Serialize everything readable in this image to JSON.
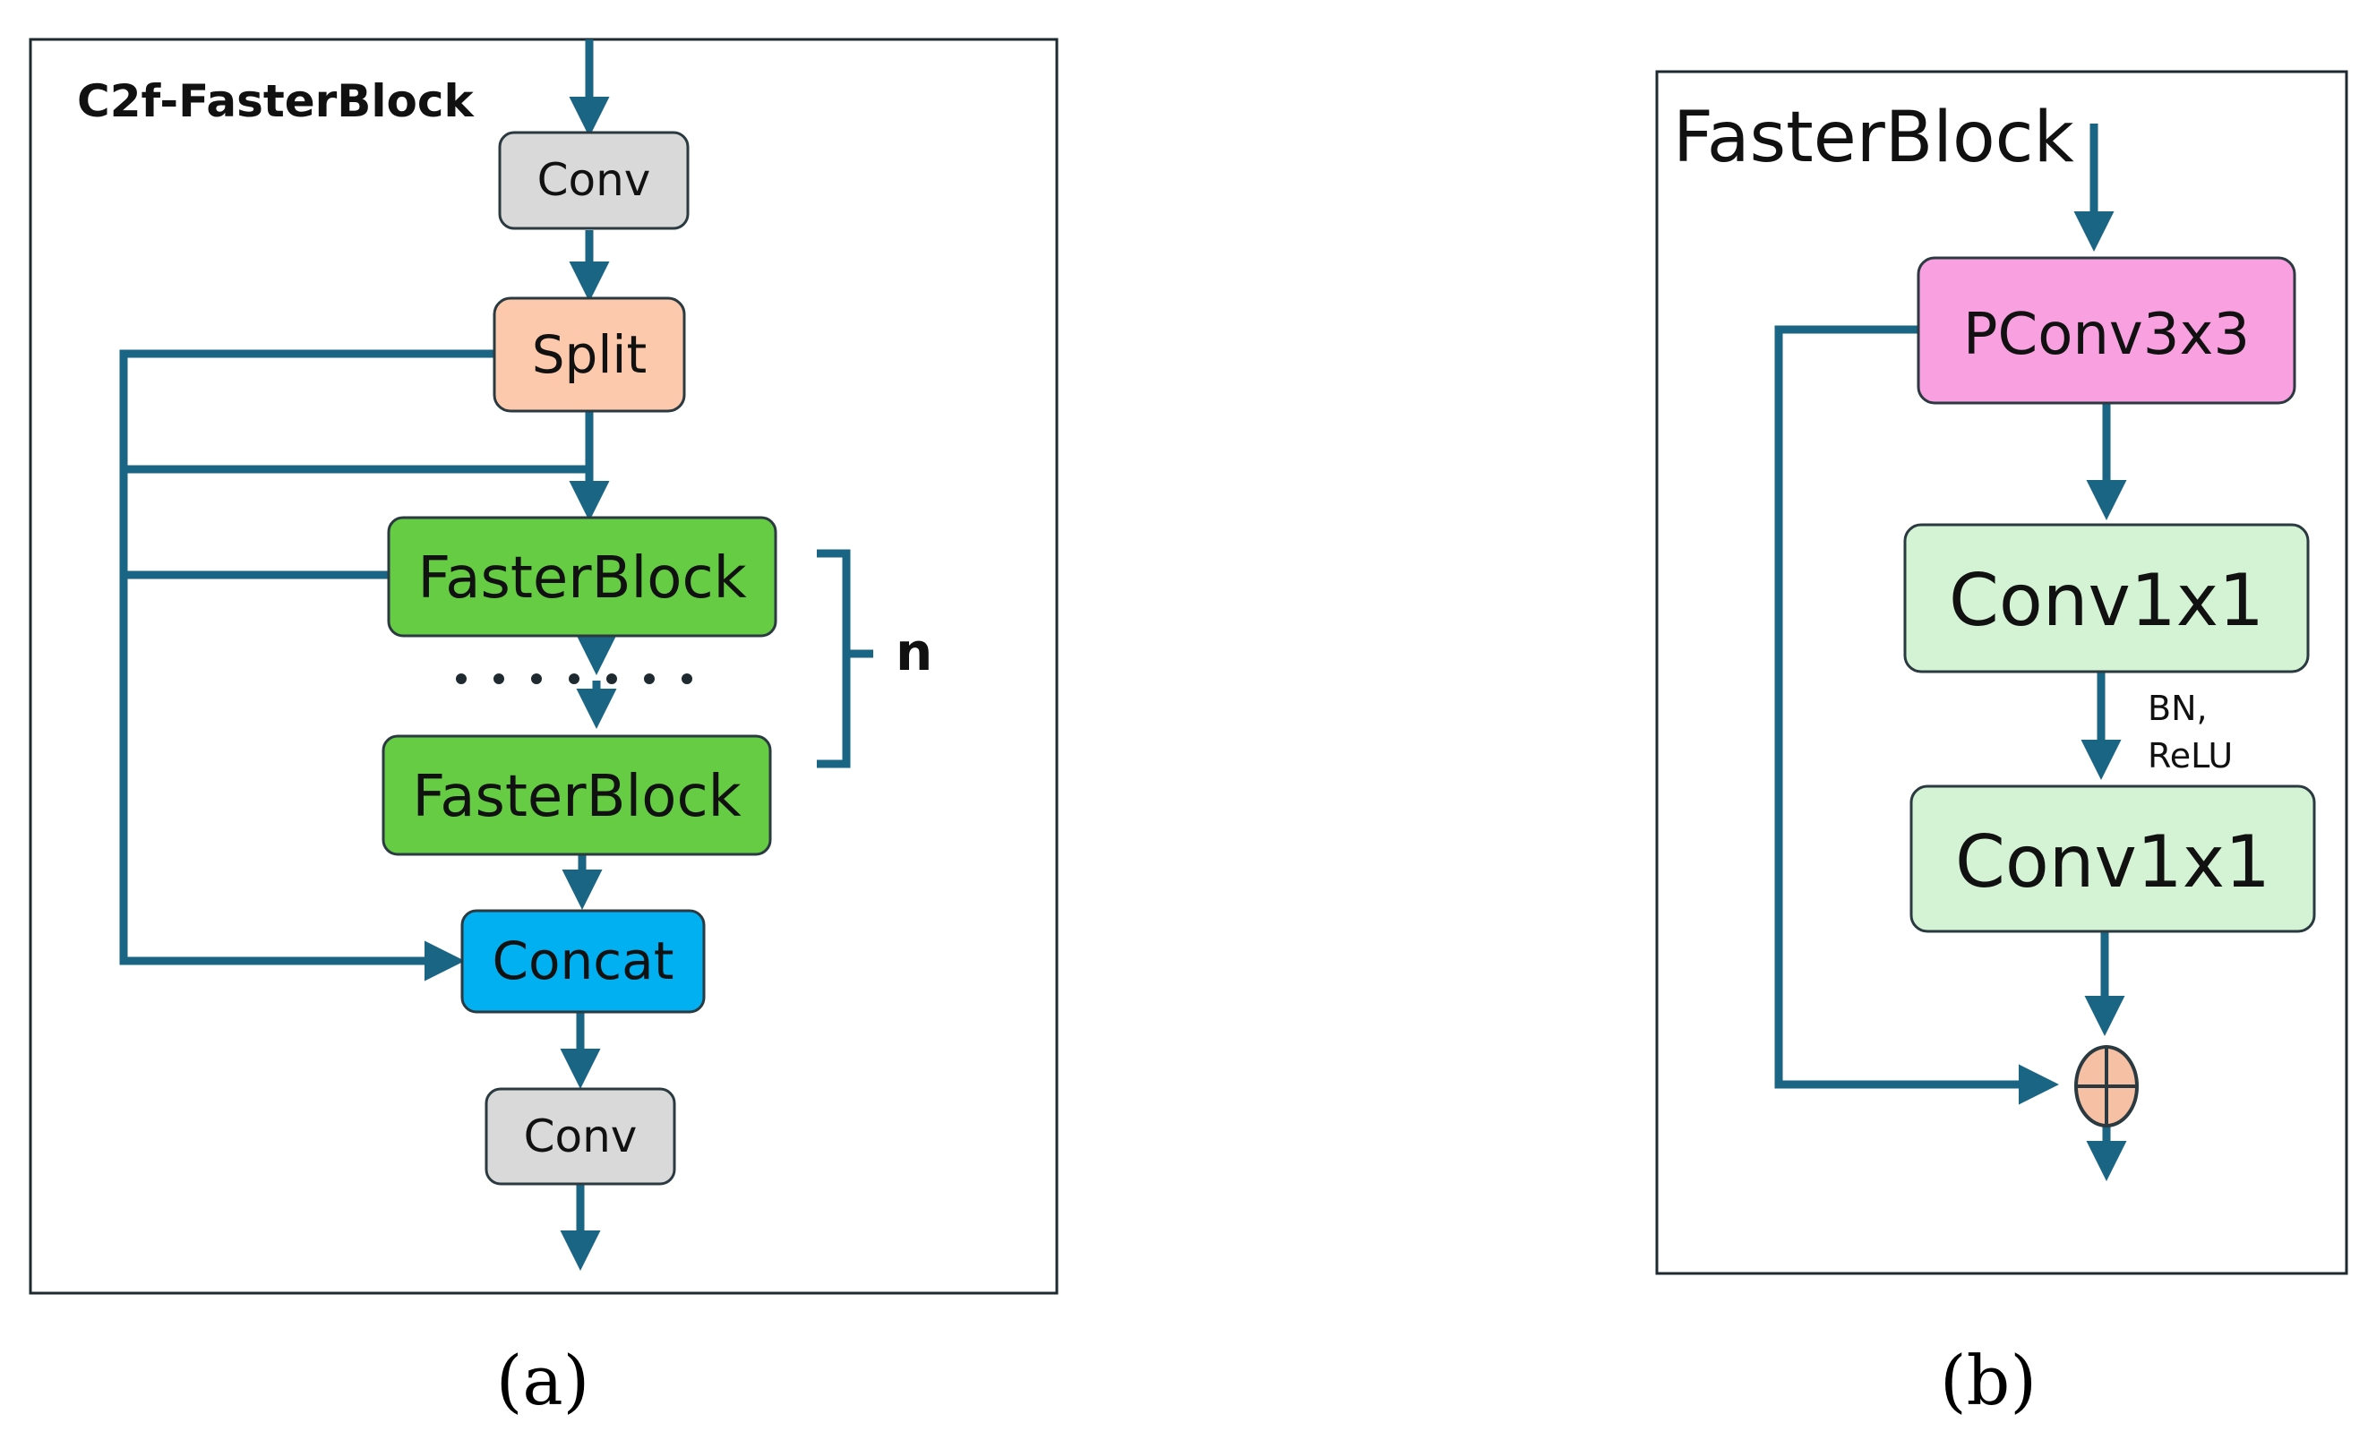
{
  "colors": {
    "edge": "#1a6584",
    "conv": "#d9d9d9",
    "split": "#fdc9ad",
    "faster_block": "#66cc44",
    "concat": "#00b0f0",
    "pconv": "#f9a0e0",
    "conv1x1": "#d4f3d4",
    "add": "#f6c0a4"
  },
  "panel_a": {
    "title": "C2f-FasterBlock",
    "caption": "(a)",
    "nodes": {
      "conv_top": "Conv",
      "split": "Split",
      "faster_block_1": "FasterBlock",
      "faster_block_2": "FasterBlock",
      "concat": "Concat",
      "conv_bottom": "Conv"
    },
    "repeat_label": "n"
  },
  "panel_b": {
    "title": "FasterBlock",
    "caption": "(b)",
    "nodes": {
      "pconv": "PConv3x3",
      "conv1x1_1": "Conv1x1",
      "conv1x1_2": "Conv1x1"
    },
    "activation_label_line1": "BN,",
    "activation_label_line2": "ReLU",
    "add_op_icon": "circled-plus-icon"
  }
}
